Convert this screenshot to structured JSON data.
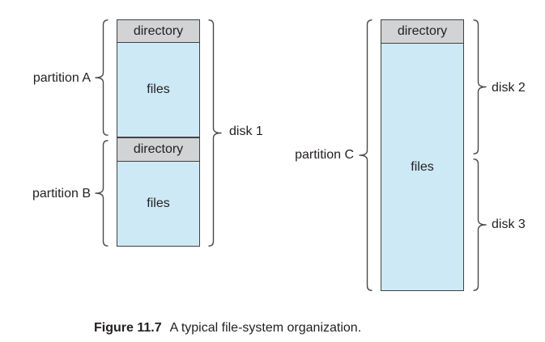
{
  "figure": {
    "caption": {
      "label": "Figure 11.7",
      "title": "A typical file-system organization."
    }
  },
  "diagram": {
    "partition_a": {
      "label": "partition A",
      "directory": "directory",
      "files": "files"
    },
    "partition_b": {
      "label": "partition B",
      "directory": "directory",
      "files": "files"
    },
    "partition_c": {
      "label": "partition C",
      "directory": "directory",
      "files": "files"
    },
    "disk_1": {
      "label": "disk 1"
    },
    "disk_2": {
      "label": "disk 2"
    },
    "disk_3": {
      "label": "disk 3"
    }
  },
  "colors": {
    "directory_fill": "#d1d3d4",
    "files_fill": "#cde9f6",
    "box_border": "#414042",
    "brace_stroke": "#4a4a4c",
    "text": "#231f20",
    "background": "#ffffff"
  }
}
